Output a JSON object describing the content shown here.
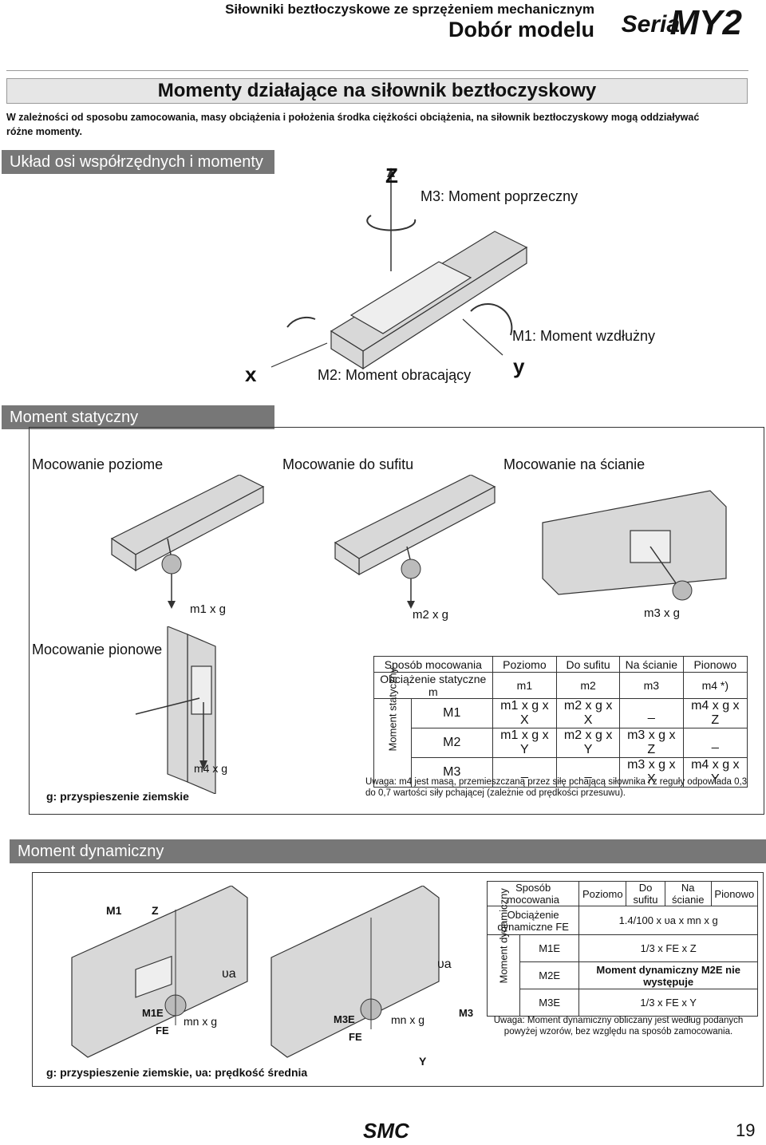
{
  "header": {
    "subtitle": "Siłowniki beztłoczyskowe ze sprzężeniem mechanicznym",
    "title": "Dobór modelu",
    "series_word": "Seria",
    "series_model": "MY2"
  },
  "section_title": "Momenty działające na siłownik beztłoczyskowy",
  "intro": "W zależności od sposobu zamocowania, masy obciążenia i położenia środka ciężkości obciążenia, na siłownik beztłoczyskowy mogą oddziaływać różne momenty.",
  "axes_diagram": {
    "band": "Układ osi współrzędnych i momenty",
    "z": "Z",
    "x": "x",
    "y": "y",
    "m3": "M3: Moment poprzeczny",
    "m1": "M1: Moment wzdłużny",
    "m2": "M2: Moment obracający"
  },
  "static": {
    "band": "Moment statyczny",
    "horizontal": "Mocowanie poziome",
    "ceiling": "Mocowanie do sufitu",
    "wall": "Mocowanie na ścianie",
    "vertical": "Mocowanie pionowe",
    "g_note": "g: przyspieszenie ziemskie",
    "force_h": "m1 x g",
    "force_c": "m2 x g",
    "force_w": "m3 x g",
    "force_v": "m4 x g",
    "table": {
      "h_method": "Sposób mocowania",
      "cols": [
        "Poziomo",
        "Do sufitu",
        "Na ścianie",
        "Pionowo"
      ],
      "h_load": "Obciążenie statyczne m",
      "loads": [
        "m1",
        "m2",
        "m3",
        "m4 *)"
      ],
      "side": "Moment statyczny",
      "rows": [
        {
          "name": "M1",
          "cells": [
            "m1 x g x X",
            "m2 x g x X",
            "_",
            "m4 x g x Z"
          ]
        },
        {
          "name": "M2",
          "cells": [
            "m1 x g x Y",
            "m2 x g x Y",
            "m3 x g x Z",
            "_"
          ]
        },
        {
          "name": "M3",
          "cells": [
            "_",
            "_",
            "m3 x g x X",
            "m4 x g x Y"
          ]
        }
      ],
      "note": "Uwaga: m4 jest masą, przemieszczaną przez siłę pchającą siłownika i z reguły odpowiada 0,3 do 0,7 wartości siły pchającej (zależnie od prędkości przesuwu)."
    }
  },
  "dynamic": {
    "band": "Moment dynamiczny",
    "g_note": "g: przyspieszenie ziemskie, υa: prędkość średnia",
    "table": {
      "h_method": "Sposób mocowania",
      "cols": [
        "Poziomo",
        "Do sufitu",
        "Na ścianie",
        "Pionowo"
      ],
      "h_load": "Obciążenie dynamiczne FE",
      "fe_formula": "1.4/100 x υa x mn x g",
      "side": "Moment dynamiczny",
      "rows": [
        {
          "name": "M1E",
          "formula": "1/3 x FE x Z"
        },
        {
          "name": "M2E",
          "formula": "Moment dynamiczny M2E nie występuje"
        },
        {
          "name": "M3E",
          "formula": "1/3 x FE x Y"
        }
      ],
      "note": "Uwaga: Moment dynamiczny obliczany jest według podanych powyżej wzorów, bez względu na sposób zamocowania."
    },
    "labels": {
      "m1": "M1",
      "z": "Z",
      "va": "υa",
      "m1e": "M1E",
      "mng": "mn x g",
      "fe": "FE",
      "m3e": "M3E",
      "m3": "M3",
      "y": "Y"
    }
  },
  "footer": {
    "brand": "SMC",
    "page": "19"
  }
}
